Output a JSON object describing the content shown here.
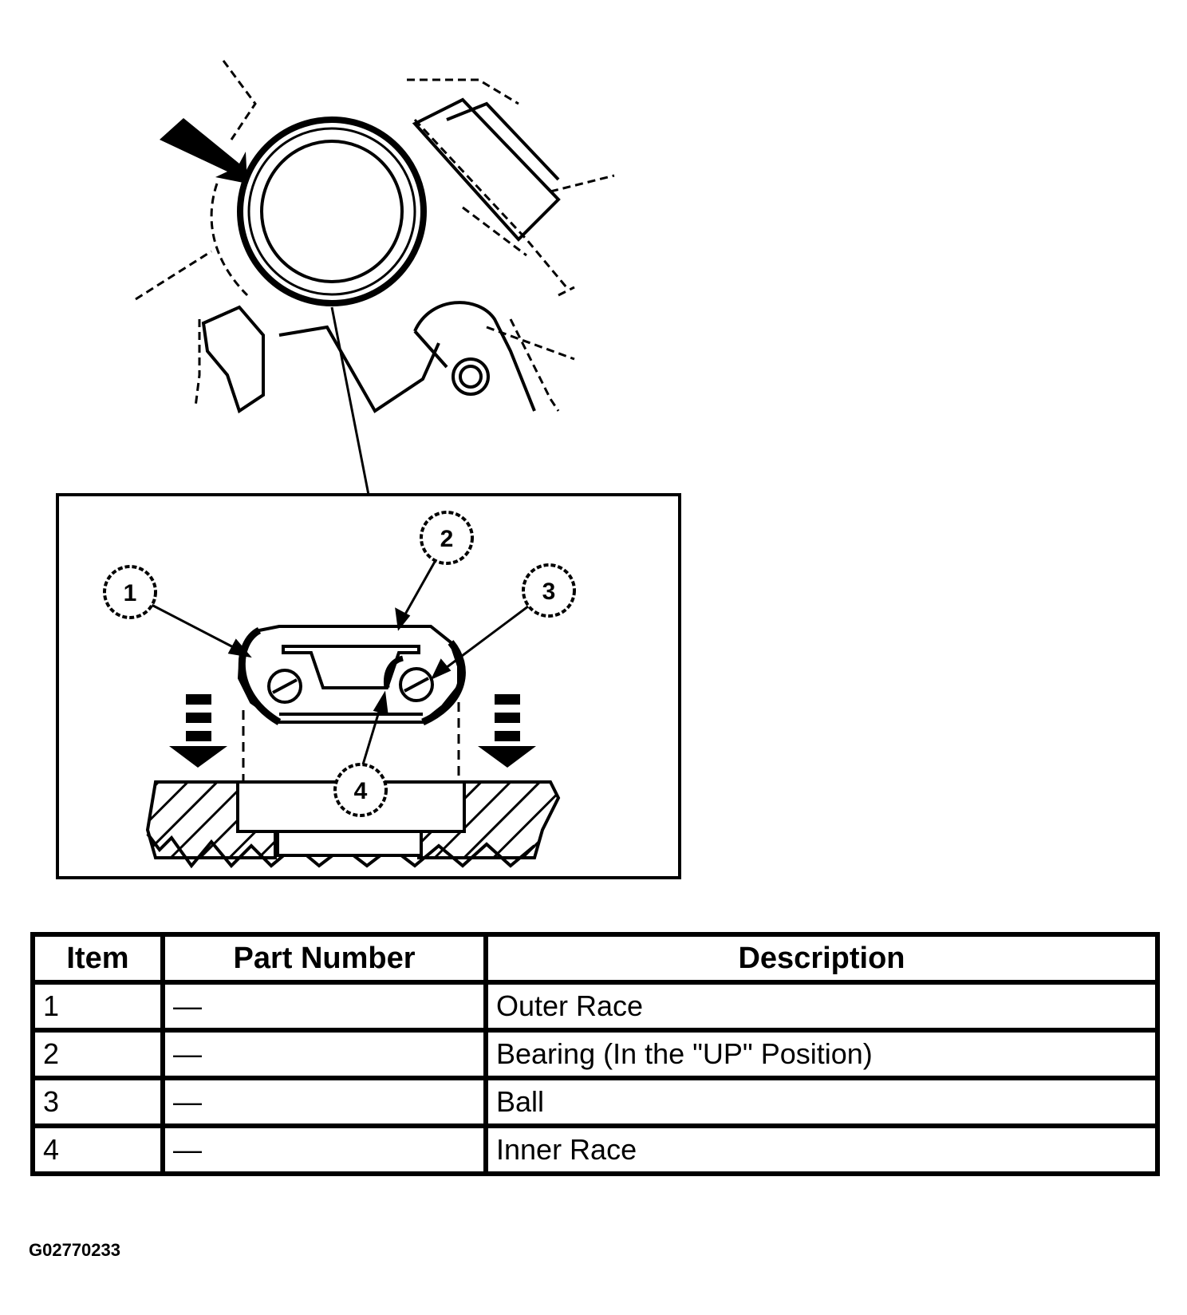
{
  "diagram": {
    "callouts": [
      "1",
      "2",
      "3",
      "4"
    ]
  },
  "table": {
    "headers": [
      "Item",
      "Part Number",
      "Description"
    ],
    "rows": [
      {
        "item": "1",
        "part": "—",
        "desc": "Outer Race"
      },
      {
        "item": "2",
        "part": "—",
        "desc": "Bearing (In the \"UP\" Position)"
      },
      {
        "item": "3",
        "part": "—",
        "desc": "Ball"
      },
      {
        "item": "4",
        "part": "—",
        "desc": "Inner Race"
      }
    ]
  },
  "figure_id": "G02770233"
}
